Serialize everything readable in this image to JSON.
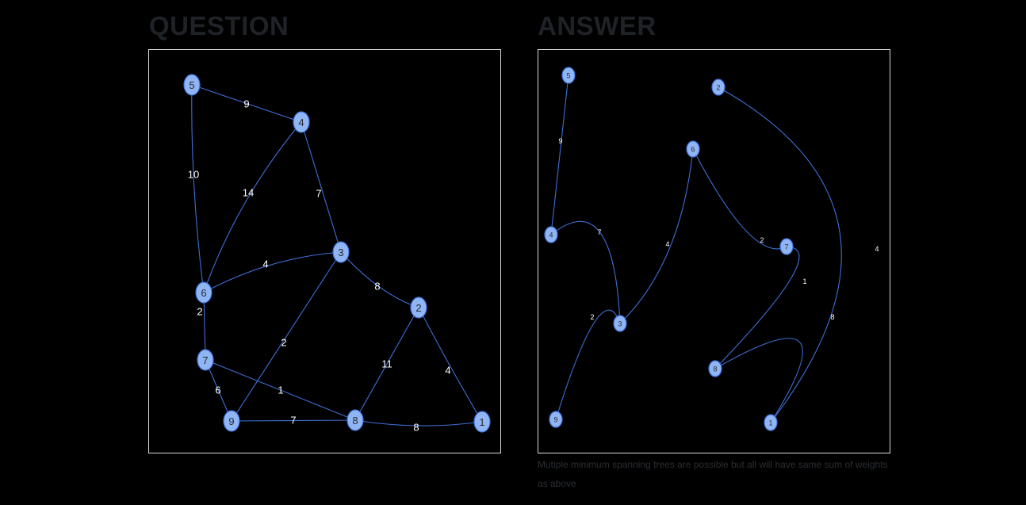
{
  "question": {
    "heading": "QUESTION",
    "nodes": [
      {
        "id": "5"
      },
      {
        "id": "4"
      },
      {
        "id": "3"
      },
      {
        "id": "6"
      },
      {
        "id": "2"
      },
      {
        "id": "7"
      },
      {
        "id": "9"
      },
      {
        "id": "8"
      },
      {
        "id": "1"
      }
    ],
    "edges": [
      {
        "from": "5",
        "to": "4",
        "weight": "9"
      },
      {
        "from": "5",
        "to": "6",
        "weight": "10"
      },
      {
        "from": "4",
        "to": "6",
        "weight": "14"
      },
      {
        "from": "4",
        "to": "3",
        "weight": "7"
      },
      {
        "from": "6",
        "to": "3",
        "weight": "4"
      },
      {
        "from": "3",
        "to": "2",
        "weight": "8"
      },
      {
        "from": "3",
        "to": "9",
        "weight": "2"
      },
      {
        "from": "6",
        "to": "7",
        "weight": "2"
      },
      {
        "from": "2",
        "to": "8",
        "weight": "11"
      },
      {
        "from": "2",
        "to": "1",
        "weight": "4"
      },
      {
        "from": "7",
        "to": "9",
        "weight": "6"
      },
      {
        "from": "7",
        "to": "8",
        "weight": "1"
      },
      {
        "from": "9",
        "to": "8",
        "weight": "7"
      },
      {
        "from": "8",
        "to": "1",
        "weight": "8"
      }
    ]
  },
  "answer": {
    "heading": "ANSWER",
    "nodes": [
      {
        "id": "5"
      },
      {
        "id": "2"
      },
      {
        "id": "6"
      },
      {
        "id": "4"
      },
      {
        "id": "7"
      },
      {
        "id": "3"
      },
      {
        "id": "8"
      },
      {
        "id": "9"
      },
      {
        "id": "1"
      }
    ],
    "edges": [
      {
        "from": "5",
        "to": "4",
        "weight": "9"
      },
      {
        "from": "4",
        "to": "3",
        "weight": "7"
      },
      {
        "from": "6",
        "to": "3",
        "weight": "4"
      },
      {
        "from": "6",
        "to": "7",
        "weight": "2"
      },
      {
        "from": "7",
        "to": "8",
        "weight": "1"
      },
      {
        "from": "8",
        "to": "1",
        "weight": "8"
      },
      {
        "from": "2",
        "to": "1",
        "weight": "4"
      },
      {
        "from": "3",
        "to": "9",
        "weight": "2"
      }
    ],
    "note": "Mutiple minimum spanning trees are possible but all will have same sum of weights as above"
  },
  "colors": {
    "background": "#000000",
    "node_fill": "#8fb5f5",
    "node_stroke": "#3d6ed8",
    "edge": "#3f6fd6",
    "weight_text": "#ffffff",
    "heading_text": "#1f2226",
    "panel_border": "#d8d8d8"
  }
}
